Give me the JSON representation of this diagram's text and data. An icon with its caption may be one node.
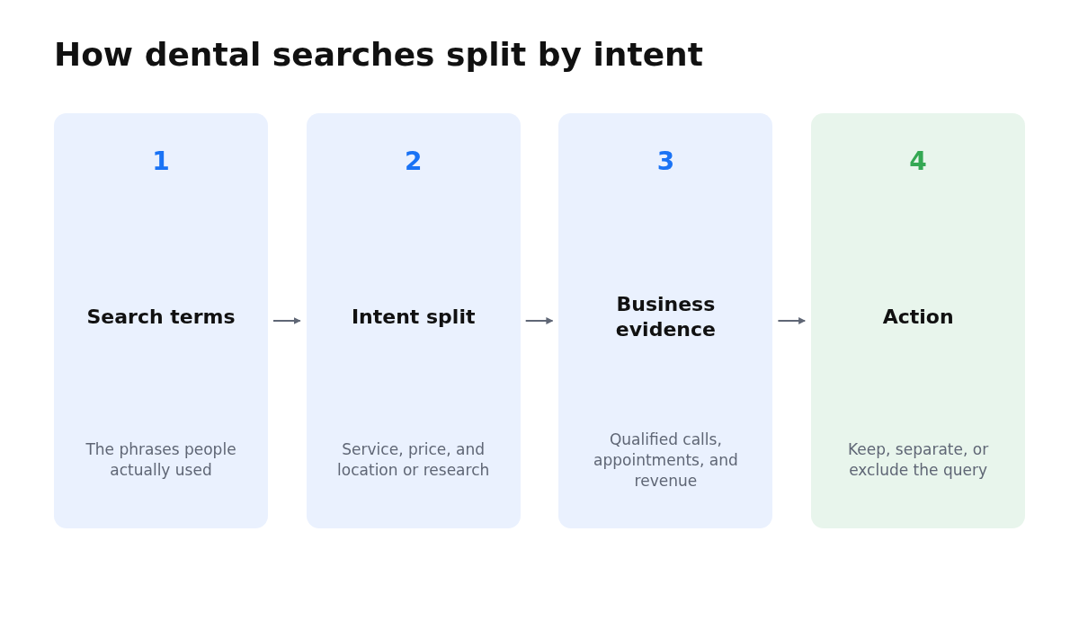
{
  "diagram": {
    "title": "How dental searches split by intent",
    "nodes": [
      {
        "text": [
          "1",
          "Search terms",
          "The phrases people actually used"
        ]
      },
      {
        "text": [
          "2",
          "Intent split",
          "Service, price, and location or research"
        ]
      },
      {
        "text": [
          "3",
          "Business evidence",
          "Qualified calls, appointments, and revenue"
        ]
      },
      {
        "text": [
          "4",
          "Action",
          "Keep, separate, or exclude the query"
        ]
      }
    ],
    "edges": [
      {
        "from": 0,
        "to": 1,
        "arrow": "to"
      },
      {
        "from": 1,
        "to": 2,
        "arrow": "to"
      },
      {
        "from": 2,
        "to": 3,
        "arrow": "to"
      }
    ]
  }
}
